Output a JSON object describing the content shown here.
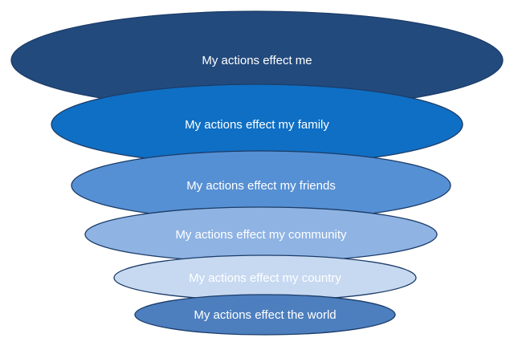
{
  "diagram": {
    "rings": [
      {
        "label": "My actions effect me",
        "fill": "#234a7d",
        "stroke": "#1b3c68",
        "text_color": "#ffffff"
      },
      {
        "label": "My actions effect my family",
        "fill": "#0f6fc4",
        "stroke": "#1b3c68",
        "text_color": "#ffffff"
      },
      {
        "label": "My actions effect my friends",
        "fill": "#5690d4",
        "stroke": "#1b3c68",
        "text_color": "#ffffff"
      },
      {
        "label": "My actions effect my community",
        "fill": "#8fb3e3",
        "stroke": "#1b3c68",
        "text_color": "#ffffff"
      },
      {
        "label": "My actions effect my country",
        "fill": "#c7d9f1",
        "stroke": "#1b3c68",
        "text_color": "#ffffff"
      },
      {
        "label": "My actions effect the world",
        "fill": "#4d7fbf",
        "stroke": "#1b3c68",
        "text_color": "#ffffff"
      }
    ]
  }
}
